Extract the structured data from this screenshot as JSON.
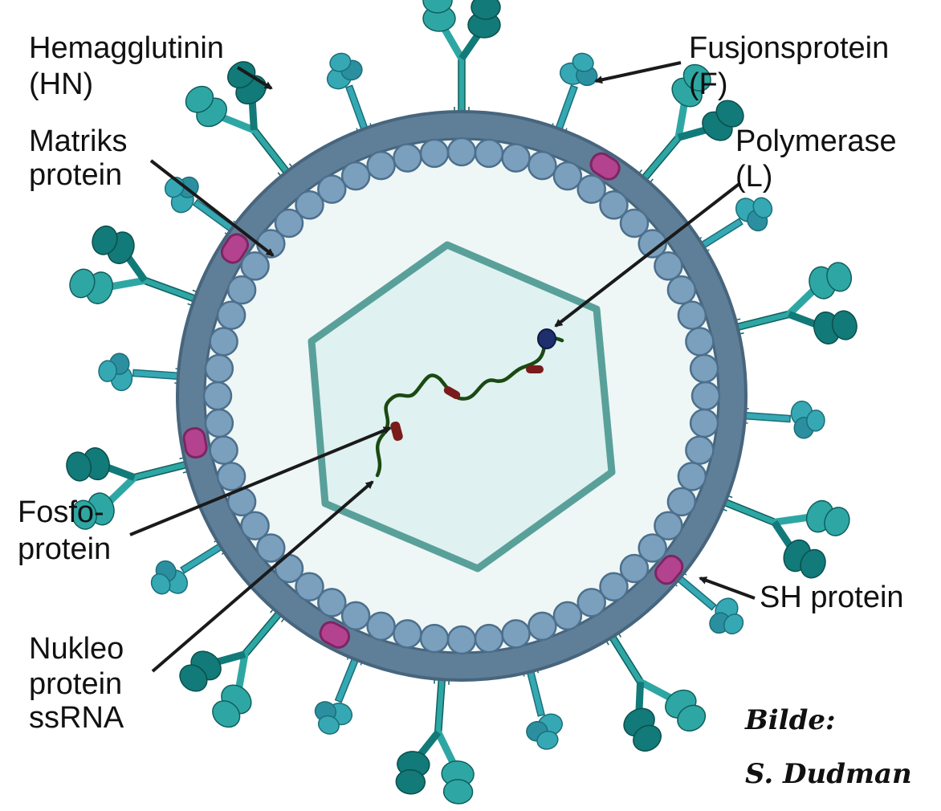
{
  "labels": {
    "hemagglutinin": [
      "Hemagglutinin",
      "(HN)"
    ],
    "fusjonsprotein": [
      "Fusjonsprotein",
      "(F)"
    ],
    "matriks": [
      "Matriks",
      "protein"
    ],
    "polymerase": [
      "Polymerase",
      "(L)"
    ],
    "fosfo": [
      "Fosfo-",
      "protein"
    ],
    "sh": [
      "SH protein"
    ],
    "nukleo": [
      "Nukleo",
      "protein",
      "ssRNA"
    ]
  },
  "credit": [
    "Bilde:",
    "S. Dudman"
  ],
  "colors": {
    "envelope": "#5f7f98",
    "envelope_edge": "#47657d",
    "interior": "#eef7f6",
    "matrix_bead": "#7aa0be",
    "matrix_bead_edge": "#4d6f8c",
    "nucleocapsid_fill": "#dff1f0",
    "nucleocapsid_edge": "#5aa09a",
    "hn_dark": "#127a78",
    "hn_light": "#2ea7a4",
    "f_protein": "#35a8b4",
    "sh_protein": "#b3438e",
    "rna": "#1a4a12",
    "phospho": "#7a1a1a",
    "polymerase": "#1e2f6e"
  }
}
